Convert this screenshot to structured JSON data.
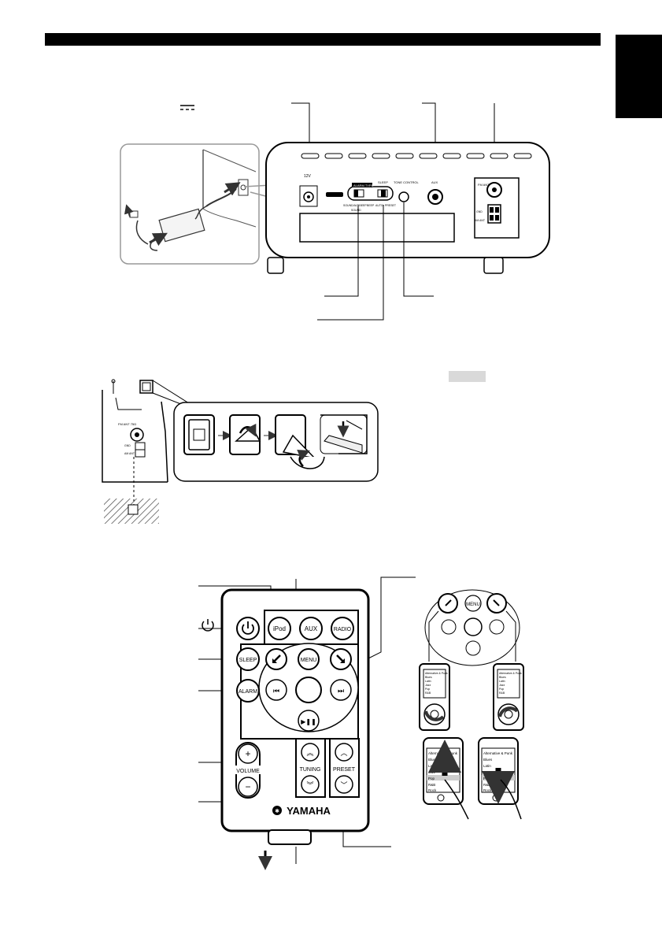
{
  "page": {
    "tab_color": "#000000",
    "accent_gray": "#d9d9d9"
  },
  "rear_panel": {
    "dc_jack_label": "12V",
    "alarm_type_label": "ALARM TYPE",
    "alarm_type_sub": "SOUND",
    "alarm_type_left": "SOUND/ALT.BEEP",
    "alarm_type_right": "BEEP",
    "sleep_label": "SLEEP",
    "sleep_opts_left": "AUTO",
    "sleep_opts_right": "PRESET",
    "tone_control_label": "TONE CONTROL",
    "aux_label": "AUX",
    "fm_ant_label": "FM ANT 75Ω",
    "gnd_label": "GND",
    "am_ant_label": "AM ANT"
  },
  "antenna_detail": {
    "fm_label": "FM ANT 75Ω",
    "gnd_label": "GND",
    "am_label": "AM ANT"
  },
  "remote": {
    "source_buttons": [
      "iPod",
      "AUX",
      "RADIO"
    ],
    "sleep_label": "SLEEP",
    "alarm_label": "ALARM",
    "menu_label": "MENU",
    "volume_label": "VOLUME",
    "tuning_label": "TUNING",
    "preset_label": "PRESET",
    "brand": "YAMAHA",
    "plus": "+",
    "minus": "−"
  },
  "ipod_screens": {
    "menu_label": "MENU",
    "list_items": [
      "Alternative & Punk",
      "Blues",
      "Latin",
      "Jazz",
      "Pop",
      "R&B",
      "Rock"
    ]
  },
  "icons": [
    "power-icon",
    "prev-icon",
    "next-icon",
    "play-pause-icon",
    "up-icon",
    "down-icon",
    "arrow-down-icon",
    "dc-icon"
  ]
}
